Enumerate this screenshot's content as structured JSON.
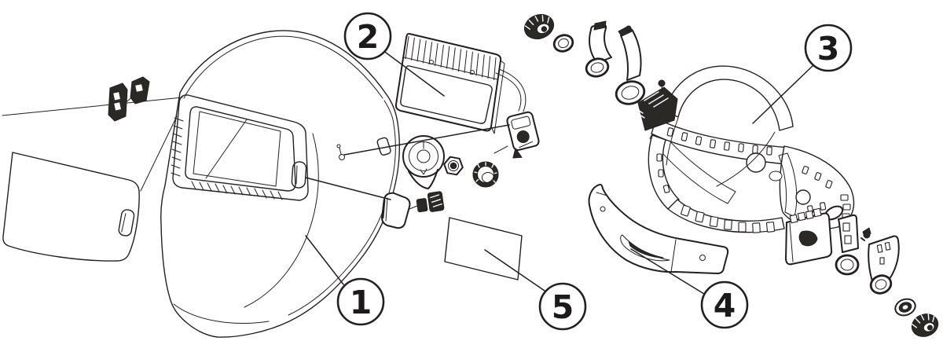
{
  "figure": {
    "background_color": "#ffffff",
    "line_color": "#231f20"
  },
  "callouts": [
    {
      "number": "1",
      "refers_to": "helmet-shell"
    },
    {
      "number": "2",
      "refers_to": "adf-cartridge"
    },
    {
      "number": "3",
      "refers_to": "headgear-assembly"
    },
    {
      "number": "4",
      "refers_to": "sweatband"
    },
    {
      "number": "5",
      "refers_to": "inner-protection-plate"
    }
  ]
}
